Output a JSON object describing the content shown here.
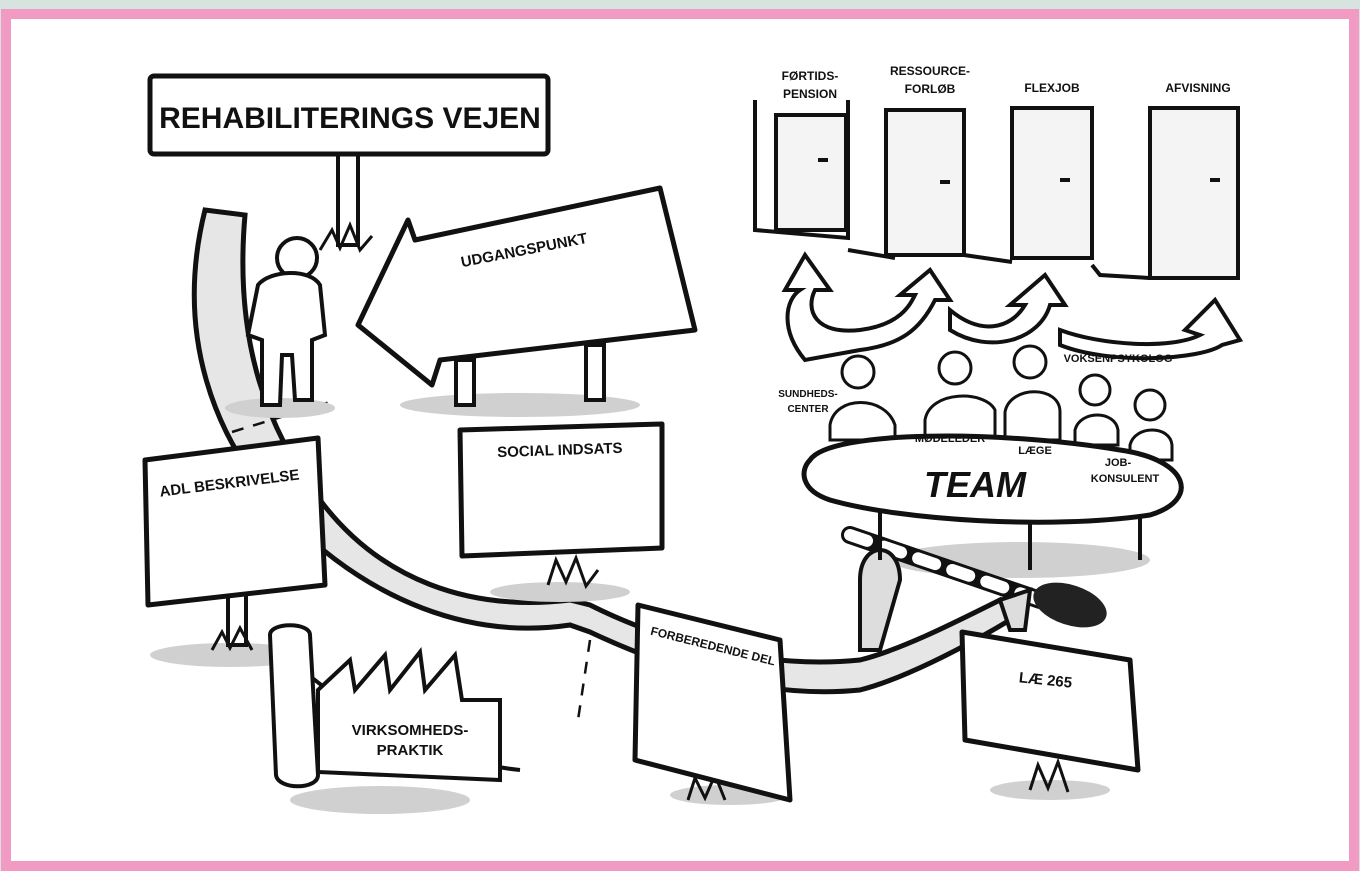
{
  "colors": {
    "frame_border": "#f09ac4",
    "outer_bg": "#d6e3df",
    "paper": "#ffffff",
    "ink": "#111111",
    "road": "#e6e6e6",
    "shadow": "#d0d0d0"
  },
  "title": "REHABILITERINGS VEJEN",
  "signs": {
    "udgangspunkt": "UDGANGSPUNKT",
    "adl": "ADL BESKRIVELSE",
    "social": "SOCIAL INDSATS",
    "forberedende": "FORBEREDENDE DEL",
    "lae265": "LÆ 265",
    "virksomhed_line1": "VIRKSOMHEDS-",
    "virksomhed_line2": "PRAKTIK"
  },
  "doors": [
    {
      "line1": "FØRTIDS-",
      "line2": "PENSION"
    },
    {
      "line1": "RESSOURCE-",
      "line2": "FORLØB"
    },
    {
      "line1": "FLEXJOB",
      "line2": ""
    },
    {
      "line1": "AFVISNING",
      "line2": ""
    }
  ],
  "team": {
    "label": "TEAM",
    "members": {
      "sundhed_line1": "SUNDHEDS-",
      "sundhed_line2": "CENTER",
      "moedeleder": "MØDELEDER",
      "laege": "LÆGE",
      "voksenpsykolog": "VOKSENPSYKOLOG",
      "job_line1": "JOB-",
      "job_line2": "KONSULENT"
    }
  }
}
